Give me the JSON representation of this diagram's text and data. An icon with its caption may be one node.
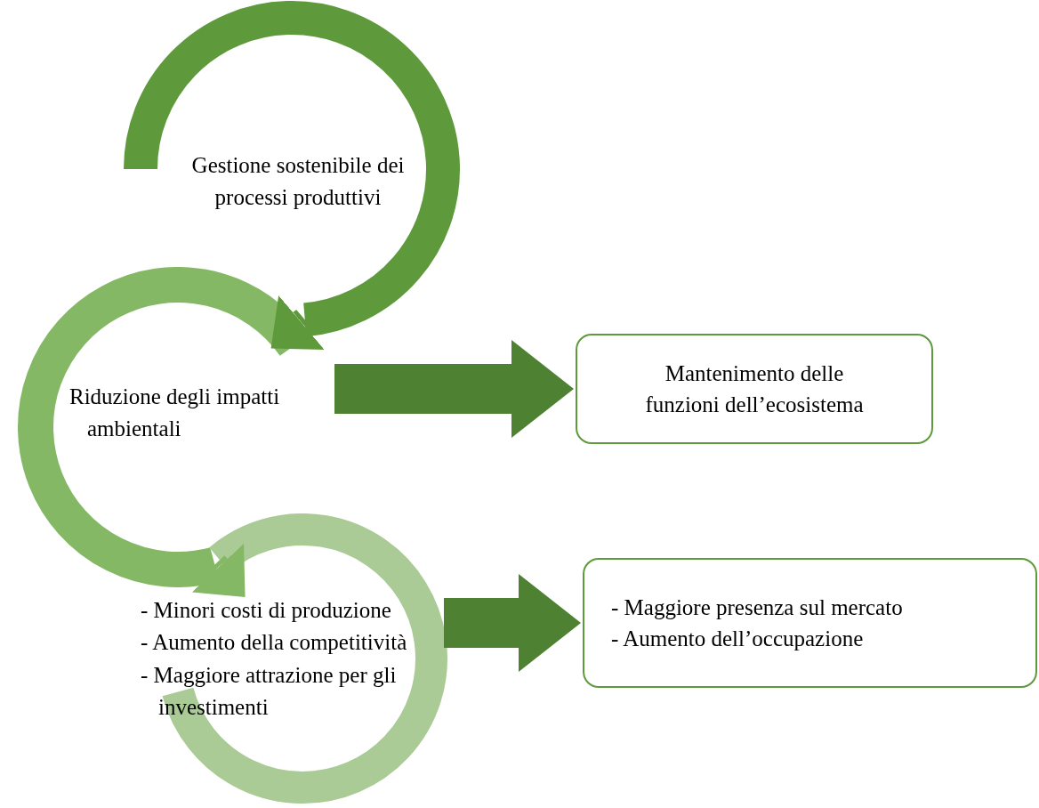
{
  "diagram": {
    "nodes": [
      {
        "text": [
          "Gestione sostenibile dei processi produttivi"
        ]
      },
      {
        "text": [
          "Riduzione degli impatti ambientali"
        ]
      },
      {
        "text": [
          "- Minori costi di produzione",
          "- Aumento della competitività",
          "- Maggiore attrazione per gli investimenti"
        ]
      },
      {
        "text": [
          "Mantenimento delle funzioni dell’ecosistema"
        ]
      },
      {
        "text": [
          "- Maggiore presenza sul mercato",
          "- Aumento dell’occupazione"
        ]
      }
    ],
    "edges": [
      {
        "from": 0,
        "to": 1,
        "arrow": "to",
        "color": "#5e9a3c"
      },
      {
        "from": 1,
        "to": 2,
        "arrow": "to",
        "color": "#84b865"
      },
      {
        "from": 1,
        "to": 3,
        "arrow": "to",
        "style": "thick"
      },
      {
        "from": 2,
        "to": 4,
        "arrow": "to",
        "style": "thick"
      }
    ]
  }
}
